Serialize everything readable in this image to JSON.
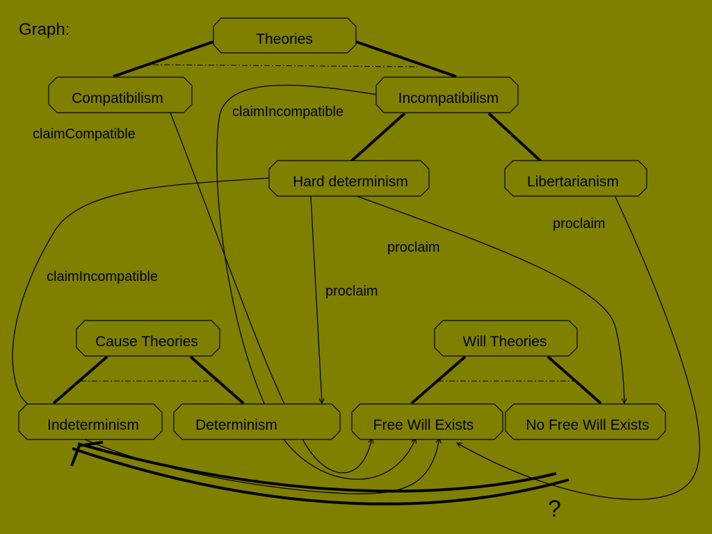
{
  "title": "Graph:",
  "nodes": {
    "theories": "Theories",
    "compatibilism": "Compatibilism",
    "incompatibilism": "Incompatibilism",
    "hard_determinism": "Hard determinism",
    "libertarianism": "Libertarianism",
    "cause_theories": "Cause Theories",
    "will_theories": "Will Theories",
    "indeterminism": "Indeterminism",
    "determinism": "Determinism",
    "free_will_exists": "Free Will Exists",
    "no_free_will_exists": "No Free Will Exists"
  },
  "edge_labels": {
    "claim_compatible": "claimCompatible",
    "claim_incompatible_upper": "claimIncompatible",
    "claim_incompatible_left": "claimIncompatible",
    "proclaim_libertarianism": "proclaim",
    "proclaim_hd_nofree": "proclaim",
    "proclaim_hd_determinism": "proclaim"
  },
  "question_mark": "?",
  "colors": {
    "background": "#808000",
    "ink": "#000000"
  }
}
